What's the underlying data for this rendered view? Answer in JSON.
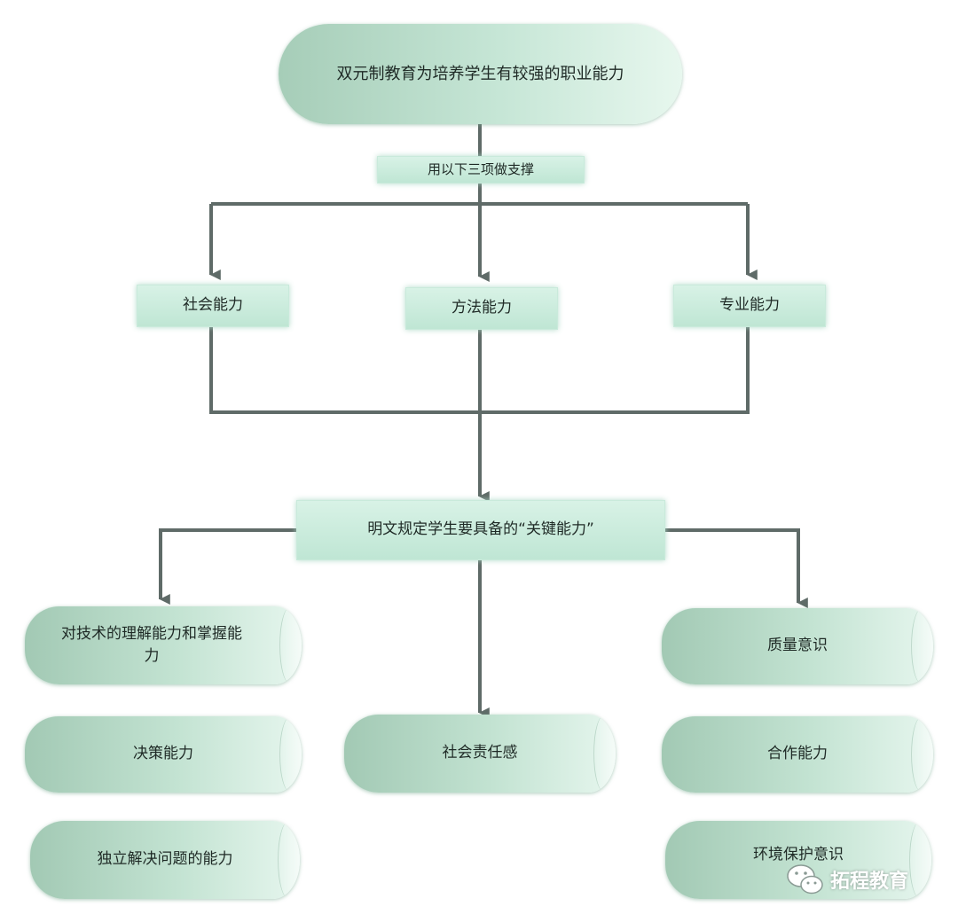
{
  "top": {
    "title": "双元制教育为培养学生有较强的职业能力"
  },
  "support": {
    "label": "用以下三项做支撑"
  },
  "abilities": [
    {
      "label": "社会能力"
    },
    {
      "label": "方法能力"
    },
    {
      "label": "专业能力"
    }
  ],
  "key": {
    "label": "明文规定学生要具备的“关键能力”"
  },
  "left_items": [
    {
      "label": "对技术的理解能力和掌握能力"
    },
    {
      "label": "决策能力"
    },
    {
      "label": "独立解决问题的能力"
    }
  ],
  "center_items": [
    {
      "label": "社会责任感"
    }
  ],
  "right_items": [
    {
      "label": "质量意识"
    },
    {
      "label": "合作能力"
    },
    {
      "label": "环境保护意识"
    }
  ],
  "watermark": {
    "text": "拓程教育",
    "icon": "wechat-icon"
  },
  "colors": {
    "line": "#5f6b68",
    "box": "#ccefdf",
    "pill": "#b5dac6"
  }
}
